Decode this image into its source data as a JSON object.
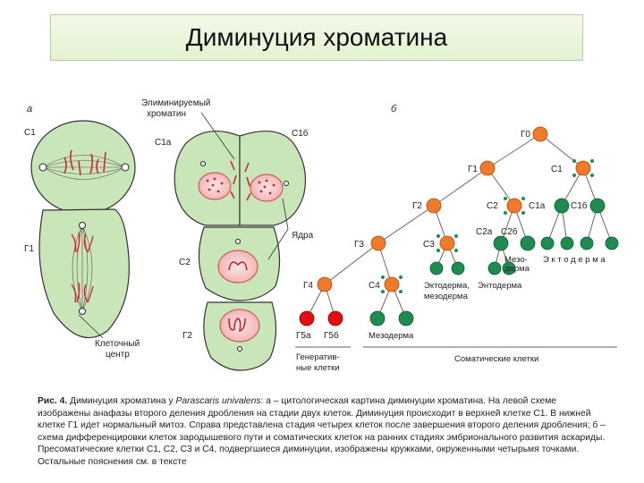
{
  "title": "Диминуция хроматина",
  "panel_a": {
    "letter": "а",
    "label_eliminated": [
      "Элиминируемый",
      "хроматин"
    ],
    "cell_c1": "С1",
    "cell_g1": "Г1",
    "cell_c1a": "С1а",
    "cell_c1b": "С1б",
    "cell_c2": "С2",
    "cell_g2": "Г2",
    "label_nuclei": "Ядра",
    "label_centre": [
      "Клеточный",
      "центр"
    ]
  },
  "panel_b": {
    "letter": "б",
    "nodes": {
      "g0": "Г0",
      "g1": "Г1",
      "c1": "С1",
      "g2": "Г2",
      "c2": "С2",
      "c1a": "С1а",
      "c1b": "С1б",
      "g3": "Г3",
      "c3": "С3",
      "c2a": "С2а",
      "c2b": "С2б",
      "g4": "Г4",
      "c4": "С4",
      "g5a": "Г5а",
      "g5b": "Г5б"
    },
    "labels": {
      "meso1": [
        "Мезо-",
        "дерма"
      ],
      "ecto": "Э к т о д е р м а",
      "ecto_meso": [
        "Эктодерма,",
        "мезодерма"
      ],
      "endo": "Энтодерма",
      "meso2": "Мезодерма",
      "gen": [
        "Генератив-",
        "ные клетки"
      ],
      "somatic": "Соматические клетки"
    },
    "colors": {
      "germ": "#f07a2a",
      "somatic": "#1e8c4e",
      "generative": "#e01010"
    }
  },
  "caption": {
    "fig": "Рис. 4.",
    "lead": " Диминуция хроматина у ",
    "species": "Parascaris univalens",
    "rest": ": а – цитологическая картина диминуции хроматина. На левой схеме изображены анафазы второго деления дробления на стадии двух клеток. Диминуция происходит в верхней клетке С1. В нижней клетке Г1 идет нормальный митоз. Справа представлена стадия четырех клеток после завершения второго деления дробления; б – схема дифференцировки клеток зародышевого пути и соматических клеток на ранних стадиях эмбрионального развития аскариды. Пресоматические клетки С1, С2, С3 и С4, подвергшиеся диминуции, изображены кружками, окруженными четырьмя точками. Остальные пояснения см. в тексте"
  }
}
